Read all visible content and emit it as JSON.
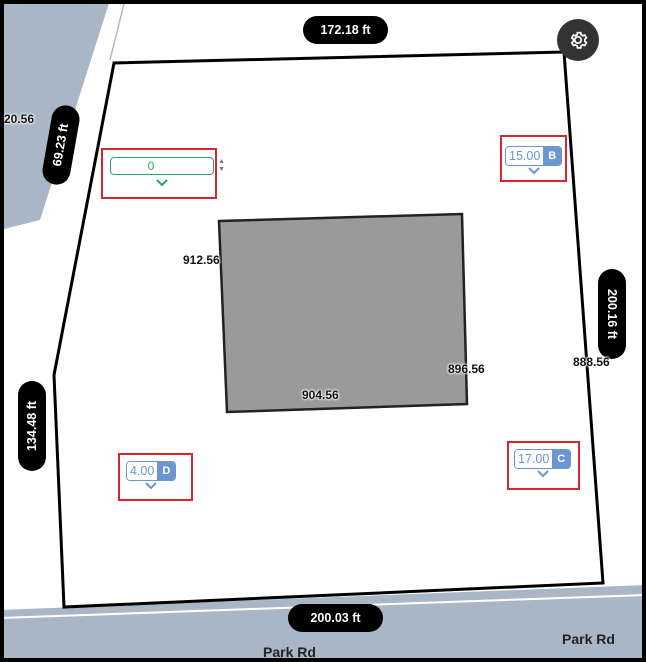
{
  "dimensions": {
    "top": "172.18 ft",
    "bottom": "200.03 ft",
    "right": "200.16 ft",
    "left": "134.48 ft",
    "top_left": "69.23 ft"
  },
  "elevations": {
    "left_edge": "20.56",
    "house_top_left": "912.56",
    "house_bottom": "904.56",
    "house_right": "896.56",
    "right_edge": "888.56"
  },
  "markers": {
    "editor": {
      "value": "0"
    },
    "b": {
      "value": "15.00",
      "letter": "B"
    },
    "c": {
      "value": "17.00",
      "letter": "C"
    },
    "d": {
      "value": "4.00",
      "letter": "D"
    }
  },
  "roads": {
    "bottom_left": "Park Rd",
    "bottom_right": "Park Rd"
  },
  "colors": {
    "lot_outline": "#000000",
    "house_fill": "#9a9a9a",
    "marker_blue": "#6c96d2",
    "editor_green": "#2aa56a",
    "highlight_red": "#d9252f"
  },
  "icons": {
    "settings": "gear-icon",
    "chevron": "chevron-down-icon"
  }
}
